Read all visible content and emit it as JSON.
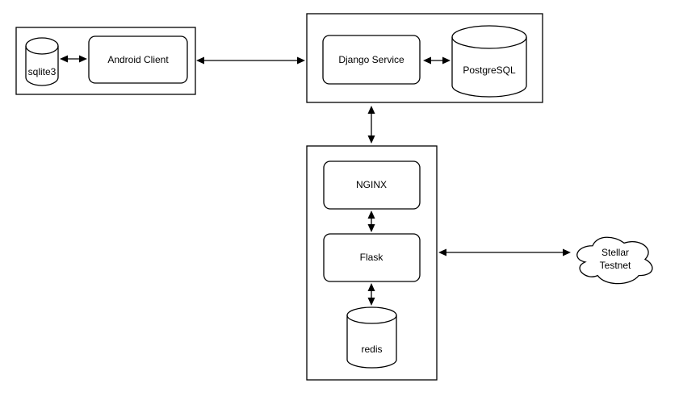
{
  "diagram": {
    "type": "architecture-diagram",
    "colors": {
      "background": "#ffffff",
      "stroke": "#000000",
      "text": "#000000"
    },
    "nodes": {
      "sqlite3": {
        "label": "sqlite3",
        "shape": "cylinder"
      },
      "android_client": {
        "label": "Android Client",
        "shape": "rounded-rectangle"
      },
      "django_service": {
        "label": "Django Service",
        "shape": "rounded-rectangle"
      },
      "postgresql": {
        "label": "PostgreSQL",
        "shape": "cylinder"
      },
      "nginx": {
        "label": "NGINX",
        "shape": "rounded-rectangle"
      },
      "flask": {
        "label": "Flask",
        "shape": "rounded-rectangle"
      },
      "redis": {
        "label": "redis",
        "shape": "cylinder"
      },
      "stellar_testnet": {
        "label": "Stellar Testnet",
        "lines": [
          "Stellar",
          "Testnet"
        ],
        "shape": "cloud"
      }
    },
    "groups": {
      "client_group": {
        "contains": [
          "sqlite3",
          "android_client"
        ]
      },
      "django_group": {
        "contains": [
          "django_service",
          "postgresql"
        ]
      },
      "backend_group": {
        "contains": [
          "nginx",
          "flask",
          "redis"
        ]
      }
    },
    "edges": [
      {
        "from": "sqlite3",
        "to": "android_client",
        "direction": "bidirectional"
      },
      {
        "from": "client_group",
        "to": "django_group",
        "direction": "bidirectional"
      },
      {
        "from": "django_service",
        "to": "postgresql",
        "direction": "bidirectional"
      },
      {
        "from": "django_group",
        "to": "backend_group",
        "direction": "bidirectional"
      },
      {
        "from": "nginx",
        "to": "flask",
        "direction": "bidirectional"
      },
      {
        "from": "flask",
        "to": "redis",
        "direction": "bidirectional"
      },
      {
        "from": "backend_group",
        "to": "stellar_testnet",
        "direction": "bidirectional"
      }
    ]
  }
}
